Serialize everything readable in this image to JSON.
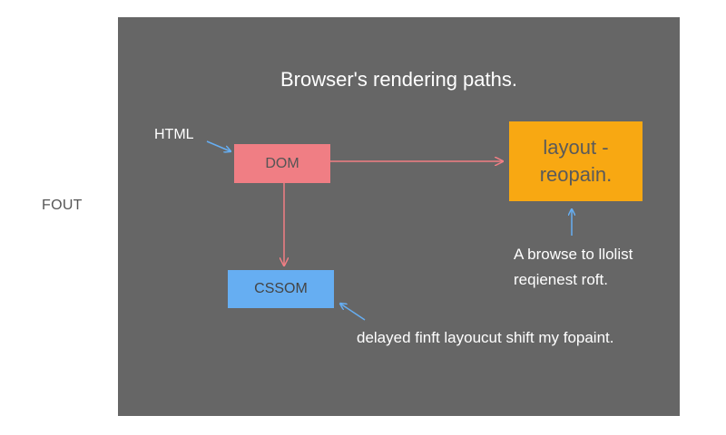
{
  "diagram": {
    "side_label": "FOUT",
    "title": "Browser's rendering paths.",
    "input_label": "HTML",
    "nodes": {
      "dom": {
        "label": "DOM",
        "color": "#f07e84"
      },
      "cssom": {
        "label": "CSSOM",
        "color": "#66aef2"
      },
      "layout": {
        "label_line1": "layout -",
        "label_line2": "reopain.",
        "color": "#f8a812"
      }
    },
    "notes": {
      "right_line1": "A browse to llolist",
      "right_line2": "reqienest roft.",
      "bottom": "delayed finft layoucut shift my fopaint."
    },
    "colors": {
      "panel": "#666666",
      "dom_arrow": "#f07e84",
      "blue_arrow": "#66aef2",
      "text_light": "#ffffff",
      "side_text": "#555555"
    }
  }
}
